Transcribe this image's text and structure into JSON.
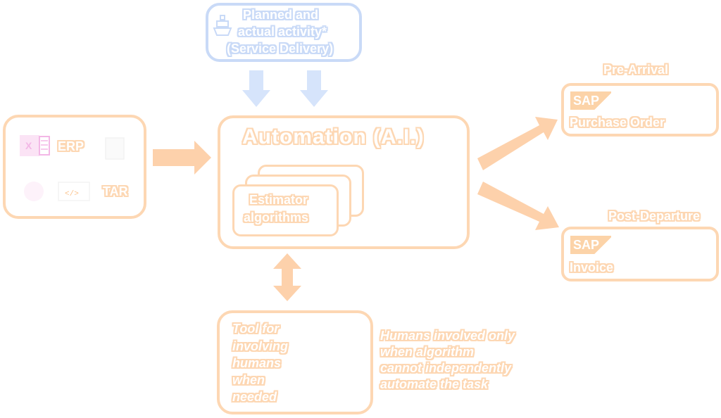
{
  "top_box": {
    "lines": [
      "Planned and",
      "actual activity*",
      "(Service Delivery)"
    ],
    "icon": "ship-icon"
  },
  "left_box": {
    "erp_label": "ERP",
    "tar_label": "TAR",
    "icons": [
      "excel-icon",
      "document-icon",
      "database-icon",
      "code-icon"
    ]
  },
  "center_box": {
    "title": "Automation (A.I.)",
    "stack_label_lines": [
      "Estimator",
      "algorithms"
    ]
  },
  "human_box": {
    "lines": [
      "Tool for",
      "involving",
      "humans",
      "when",
      "needed"
    ]
  },
  "note_lines": [
    "Humans involved only",
    "when algorithm",
    "cannot independently",
    "automate the task"
  ],
  "pre_arrival": {
    "heading": "Pre-Arrival",
    "logo": "SAP",
    "label": "Purchase Order"
  },
  "post_departure": {
    "heading": "Post-Departure",
    "logo": "SAP",
    "label": "Invoice"
  },
  "colors": {
    "orange_outline": "#fdd7b3",
    "blue_outline": "#c9daf7",
    "pink_icon": "#f3b7e6"
  }
}
